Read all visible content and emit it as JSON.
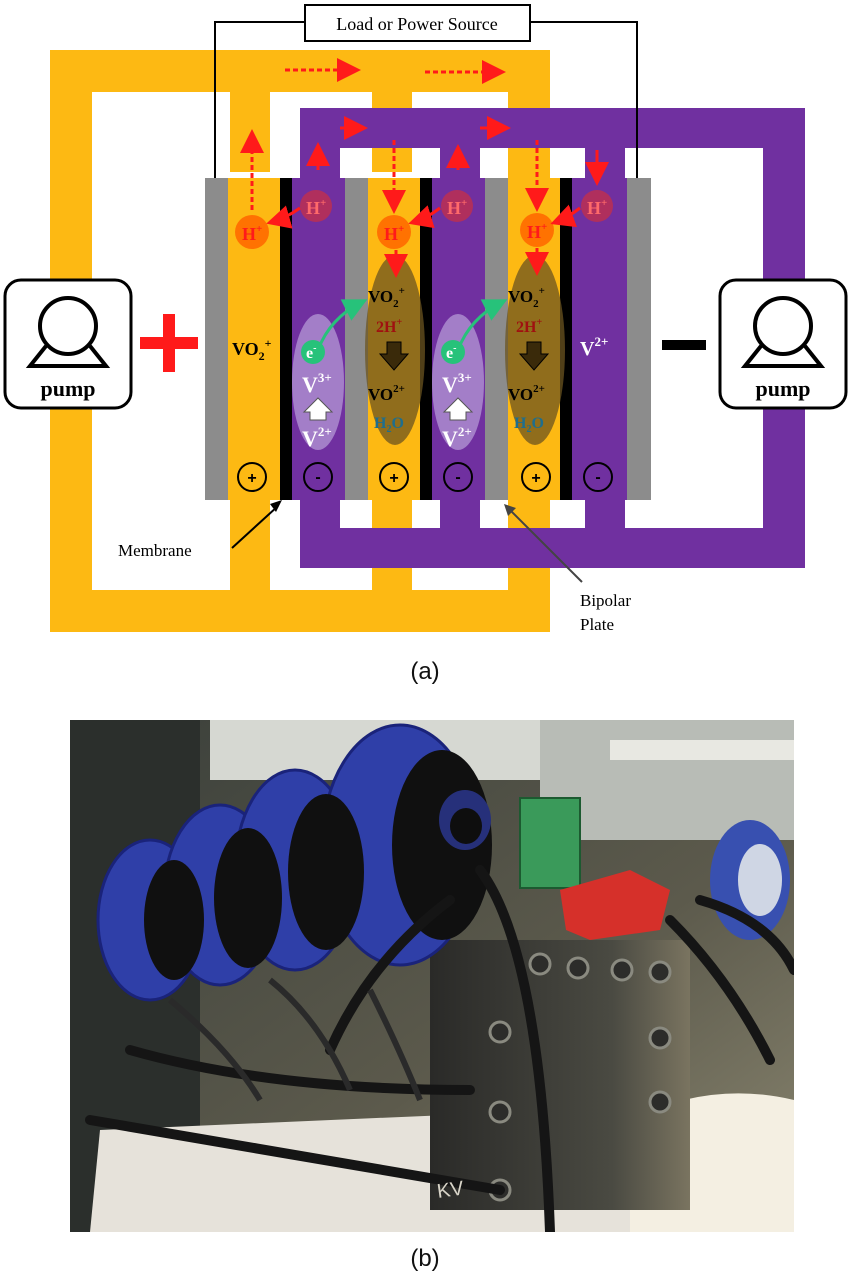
{
  "diagram": {
    "load_label": "Load or Power Source",
    "pump_left": "pump",
    "pump_right": "pump",
    "plus_sign": "+",
    "minus_sign": "−",
    "electrolyte_pos": "VO",
    "electrolyte_pos_sub": "2",
    "electrolyte_pos_sup": "+",
    "electrolyte_neg": "V",
    "electrolyte_neg_sup": "2+",
    "proton": "H",
    "proton_sup": "+",
    "electron": "e",
    "electron_sup": "-",
    "reaction_neg_top": "V",
    "reaction_neg_top_sup": "3+",
    "reaction_neg_bottom": "V",
    "reaction_neg_bottom_sup": "2+",
    "reaction_pos_1": "VO",
    "reaction_pos_1_sub": "2",
    "reaction_pos_1_sup": "+",
    "reaction_pos_2": "2H",
    "reaction_pos_2_sup": "+",
    "reaction_pos_3": "VO",
    "reaction_pos_3_sup": "2+",
    "reaction_pos_4": "H",
    "reaction_pos_4_sub": "2",
    "reaction_pos_4_tail": "O",
    "sign_plus": "+",
    "sign_minus": "-",
    "membrane_label": "Membrane",
    "bipolar_label_1": "Bipolar",
    "bipolar_label_2": "Plate",
    "colors": {
      "positive_electrolyte": "#FDB913",
      "negative_electrolyte": "#7030A0",
      "electrode_gray": "#8C8C8C",
      "membrane": "#000000",
      "arrow_red": "#FF1A1A",
      "proton_orange": "#FF6A00",
      "reaction_brown": "#8B6B2A",
      "electron_green": "#27C27A"
    }
  },
  "caption_a": "(a)",
  "caption_b": "(b)",
  "photo": {
    "description_icon": "photograph-of-flow-battery-stack",
    "marking_text": "KV"
  }
}
